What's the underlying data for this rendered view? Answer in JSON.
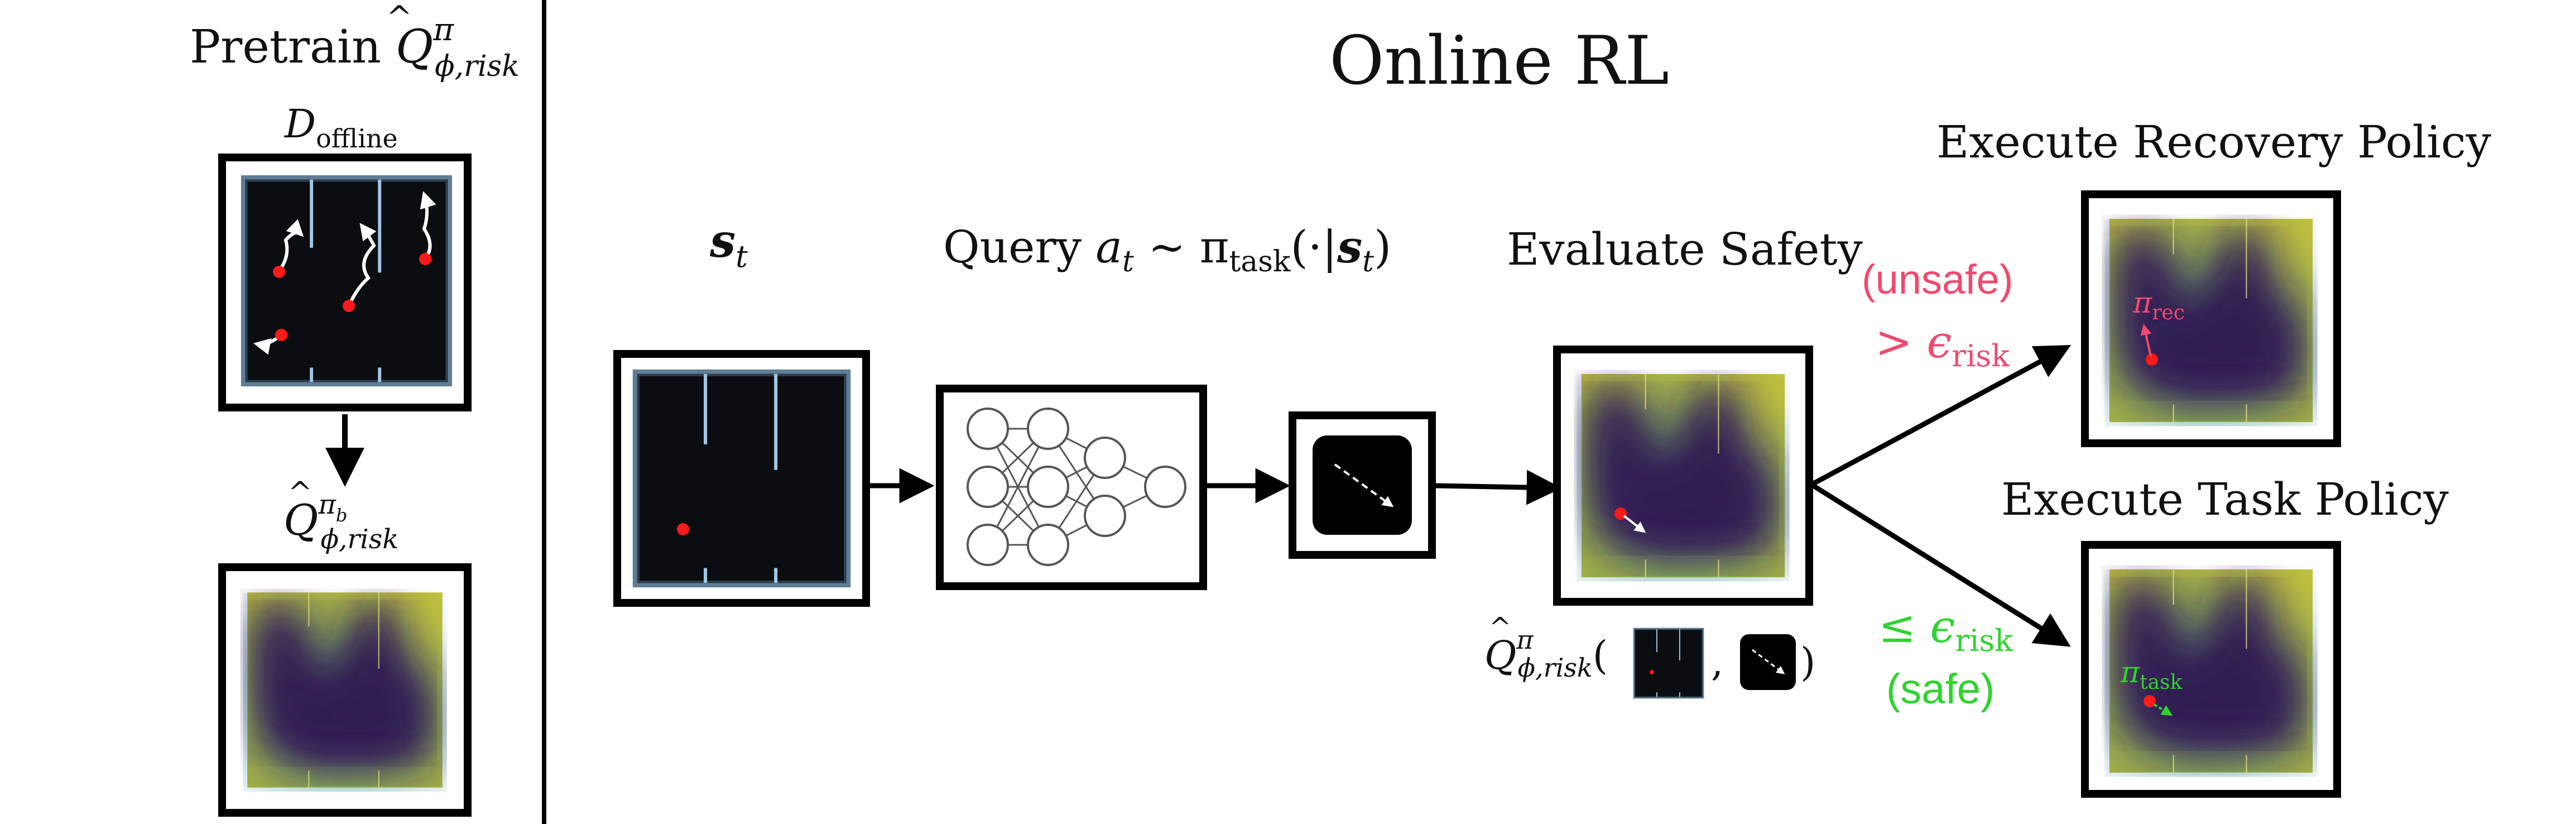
{
  "left_panel": {
    "title": "Pretrain ",
    "title_math_base": "Q",
    "title_math_sup": "π",
    "title_math_sub": "ϕ,risk",
    "dataset_label_base": "D",
    "dataset_label_sub": "offline",
    "pretrained_label_base": "Q",
    "pretrained_label_sup_base": "π",
    "pretrained_label_sup_sub": "b",
    "pretrained_label_sub": "ϕ,risk"
  },
  "main_title": "Online RL",
  "state_label_base": "s",
  "state_label_sub": "t",
  "query_label_prefix": "Query ",
  "query_label_a": "a",
  "query_label_a_sub": "t",
  "query_label_sim": " ∼ π",
  "query_label_pi_sub": "task",
  "query_label_suffix": "(·|",
  "query_label_s": "s",
  "query_label_s_sub": "t",
  "query_label_close": ")",
  "evaluate_label": "Evaluate Safety",
  "q_eval_label_base": "Q",
  "q_eval_label_sup": "π",
  "q_eval_label_sub": "ϕ,risk",
  "q_eval_open": "(",
  "q_eval_comma": ",",
  "q_eval_close": ")",
  "unsafe_word": "(unsafe)",
  "unsafe_cond_op": "> ",
  "unsafe_cond_eps": "ϵ",
  "unsafe_cond_sub": "risk",
  "safe_cond_op": "≤ ",
  "safe_cond_eps": "ϵ",
  "safe_cond_sub": "risk",
  "safe_word": "(safe)",
  "recovery_title": "Execute Recovery Policy",
  "recovery_pi": "π",
  "recovery_pi_sub": "rec",
  "task_title": "Execute Task Policy",
  "task_pi": "π",
  "task_pi_sub": "task",
  "colors": {
    "unsafe": "#ee4a6e",
    "safe": "#2fd32f",
    "heat_low": "#3b1d5e",
    "heat_mid": "#2a8a84",
    "heat_high": "#c9c42e",
    "agent": "#ff1a1a",
    "wall": "#9ec7e6"
  }
}
